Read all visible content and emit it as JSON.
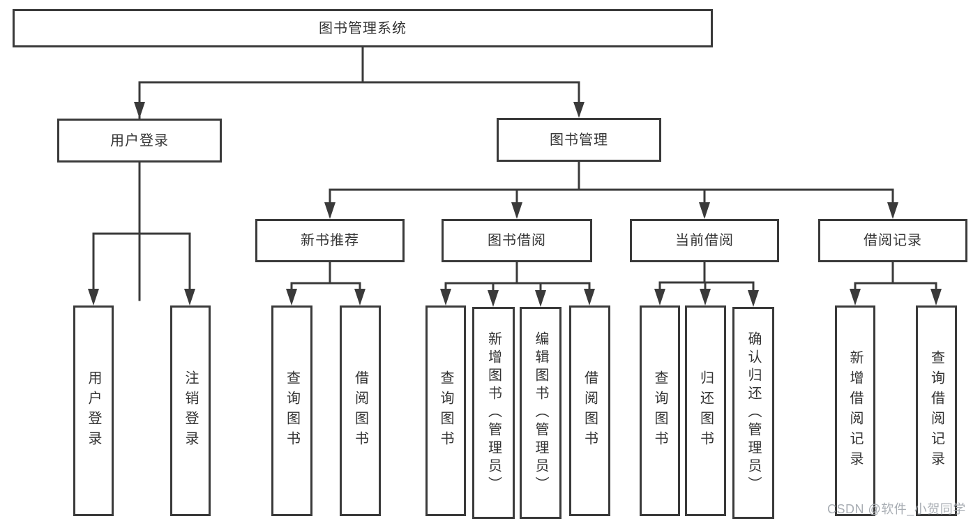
{
  "tree": {
    "root": "图书管理系统",
    "children": [
      {
        "label": "用户登录",
        "children": [
          {
            "label": "用户登录"
          },
          {
            "label": "注销登录"
          }
        ]
      },
      {
        "label": "图书管理",
        "children": [
          {
            "label": "新书推荐",
            "children": [
              {
                "label": "查询图书"
              },
              {
                "label": "借阅图书"
              }
            ]
          },
          {
            "label": "图书借阅",
            "children": [
              {
                "label": "查询图书"
              },
              {
                "label": "新增图书（管理员）"
              },
              {
                "label": "编辑图书（管理员）"
              },
              {
                "label": "借阅图书"
              }
            ]
          },
          {
            "label": "当前借阅",
            "children": [
              {
                "label": "查询图书"
              },
              {
                "label": "归还图书"
              },
              {
                "label": "确认归还（管理员）"
              }
            ]
          },
          {
            "label": "借阅记录",
            "children": [
              {
                "label": "新增借阅记录"
              },
              {
                "label": "查询借阅记录"
              }
            ]
          }
        ]
      }
    ]
  },
  "watermark": {
    "text": "CSDN @软件_小贺同学"
  },
  "colors": {
    "line": "#3a3a3a",
    "box_border": "#3a3a3a",
    "box_background": "#ffffff",
    "text": "#333333",
    "watermark": "#a9aeb4",
    "page_background": "#ffffff"
  }
}
